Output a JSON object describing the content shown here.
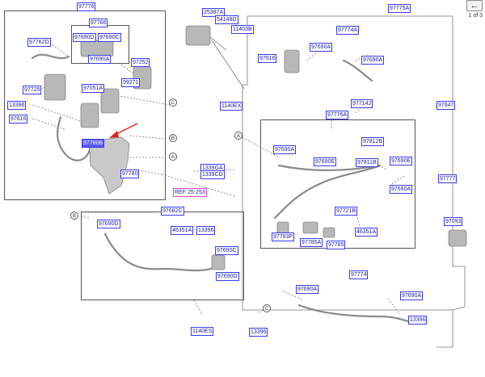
{
  "labels": {
    "l97776": "97776",
    "l97766": "97766",
    "l97762d": "97762D",
    "l97690d_a": "97690D",
    "l97690c": "97690C",
    "l97690a_a": "97690A",
    "l97252": "97252",
    "l97725": "97725",
    "l97051a": "97051A",
    "l99271": "99271",
    "l13396_a": "13396",
    "l97616": "97616",
    "l97780b": "97780B",
    "l97780": "97780",
    "l25387a": "25387A",
    "l54148d": "54148D",
    "l11403b": "11403B",
    "l97775a": "97775A",
    "l97774a": "97774A",
    "l97690a_b": "97690A",
    "l97916": "97916",
    "l97690a_c": "97690A",
    "l1140ex": "1140EX",
    "l97714j": "97714J",
    "l97776a": "97776A",
    "l97647": "97647",
    "l97690a_d": "97690A",
    "l97812b": "97812B",
    "l97690e_a": "97690E",
    "l97811b": "97811B",
    "l97690e_b": "97690E",
    "l1339ga": "1339GA",
    "l1339cd": "1339CD",
    "l97777": "97777",
    "l97690a_e": "97690A",
    "l97682c": "97682C",
    "l97721b": "97721B",
    "l97690d_b": "97690D",
    "l46351a_a": "46351A",
    "l13396_b": "13396",
    "l97793p": "97793P",
    "l97785a": "97785A",
    "l97785": "97785",
    "l46351a_b": "46351A",
    "l97093": "97093",
    "l97690c_b": "97690C",
    "l97690d_c": "97690D",
    "l97774": "97774",
    "l97690a_f": "97690A",
    "l97690a_g": "97690A",
    "l13396_c": "13396",
    "l1140es": "1140ES",
    "l13396_d": "13396"
  },
  "ref": "REF 25-253",
  "circles": {
    "a1": "A",
    "a2": "A",
    "b1": "B",
    "b2": "B",
    "c1": "C",
    "c2": "C"
  },
  "pager": {
    "button_icon": "←",
    "text": "1 of 3"
  },
  "colors": {
    "label_text": "#1a1aa6",
    "label_border": "#3a3af0",
    "highlight": "#5a5aff",
    "arrow": "#e02020"
  }
}
